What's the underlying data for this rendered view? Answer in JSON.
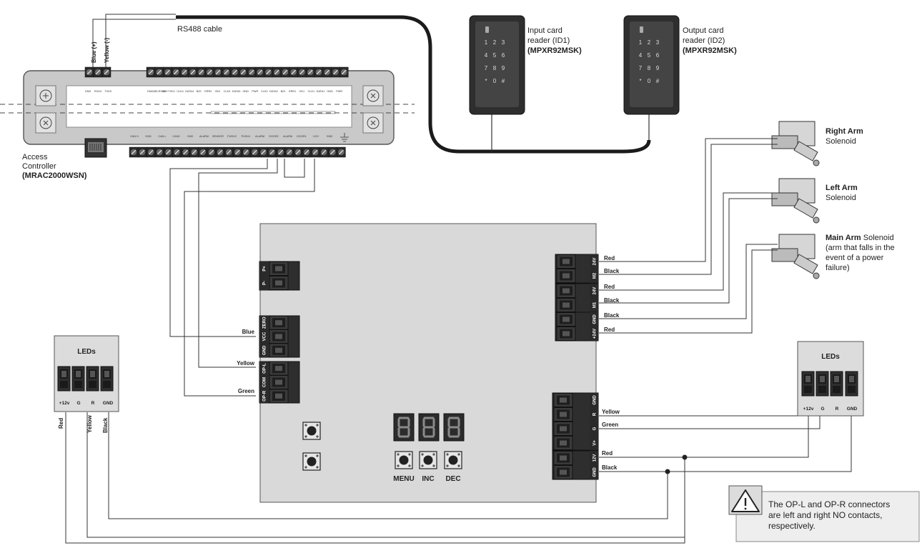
{
  "cable": {
    "label": "RS488 cable",
    "blue": "Blue (+)",
    "yellow": "Yellow (-)"
  },
  "controller": {
    "name_line1": "Access",
    "name_line2": "Controller",
    "model": "(MRAC2000WSN)",
    "top_labels": [
      "GND",
      "RXD3",
      "TXD3",
      "GND",
      "485-RXD1",
      "485+TXD1",
      "CLK4",
      "DATA4",
      "BZ2",
      "ERR2",
      "OK2",
      "CLK3",
      "DATA3",
      "GND",
      "PWR",
      "CLK2",
      "DATA2",
      "BZ1",
      "ERR1",
      "OK1",
      "CLK1",
      "DATA1",
      "GND",
      "PWR"
    ],
    "bottom_labels": [
      "CAN H",
      "GND",
      "CAN L",
      "CAN2",
      "GND",
      "ALARM",
      "SENSOR",
      "PUSH2",
      "PUSH1",
      "ALARM",
      "DOOR2",
      "ALARM",
      "DOOR1",
      "+12V",
      "GND"
    ]
  },
  "readers": [
    {
      "line1": "Input card",
      "line2": "reader (ID1)",
      "model": "(MPXR92MSK)"
    },
    {
      "line1": "Output card",
      "line2": "reader (ID2)",
      "model": "(MPXR92MSK)"
    }
  ],
  "keypad_keys": [
    "1",
    "2",
    "3",
    "4",
    "5",
    "6",
    "7",
    "8",
    "9",
    "*",
    "0",
    "#"
  ],
  "solenoids": [
    {
      "bold": "Right Arm",
      "rest": "Solenoid"
    },
    {
      "bold": "Left Arm",
      "rest": "Solenoid"
    },
    {
      "bold": "Main Arm",
      "rest": " Solenoid",
      "line2": "(arm that falls in the",
      "line3": "event of a power",
      "line4": "failure)"
    }
  ],
  "board": {
    "connector_pp": [
      "P+",
      "P-"
    ],
    "connector_zero": [
      "ZERO",
      "VCC",
      "GND"
    ],
    "connector_op": [
      "OP-L",
      "COM",
      "OP-R"
    ],
    "right_top": [
      "24V",
      "M2",
      "24V",
      "M1",
      "GND",
      "+24V"
    ],
    "right_bottom": [
      "GND",
      "R",
      "G",
      "V+",
      "12V",
      "GND"
    ],
    "buttons": [
      "MENU",
      "INC",
      "DEC"
    ]
  },
  "wire_labels": {
    "m2_red": "Red",
    "m2_black": "Black",
    "m1_red": "Red",
    "m1_black": "Black",
    "main_black": "Black",
    "main_red": "Red",
    "blue": "Blue",
    "yellow": "Yellow",
    "green": "Green",
    "led_yellow": "Yellow",
    "led_green": "Green",
    "led_red": "Red",
    "led_black": "Black"
  },
  "led_left": {
    "title": "LEDs",
    "pins": [
      "+12v",
      "G",
      "R",
      "GND"
    ],
    "wires": [
      "Red",
      "Yellow",
      "Black"
    ]
  },
  "led_right": {
    "title": "LEDs",
    "pins": [
      "+12v",
      "G",
      "R",
      "GND"
    ]
  },
  "note": {
    "line1": "The OP-L and OP-R connectors",
    "line2": "are left and right NO contacts,",
    "line3": "respectively."
  }
}
